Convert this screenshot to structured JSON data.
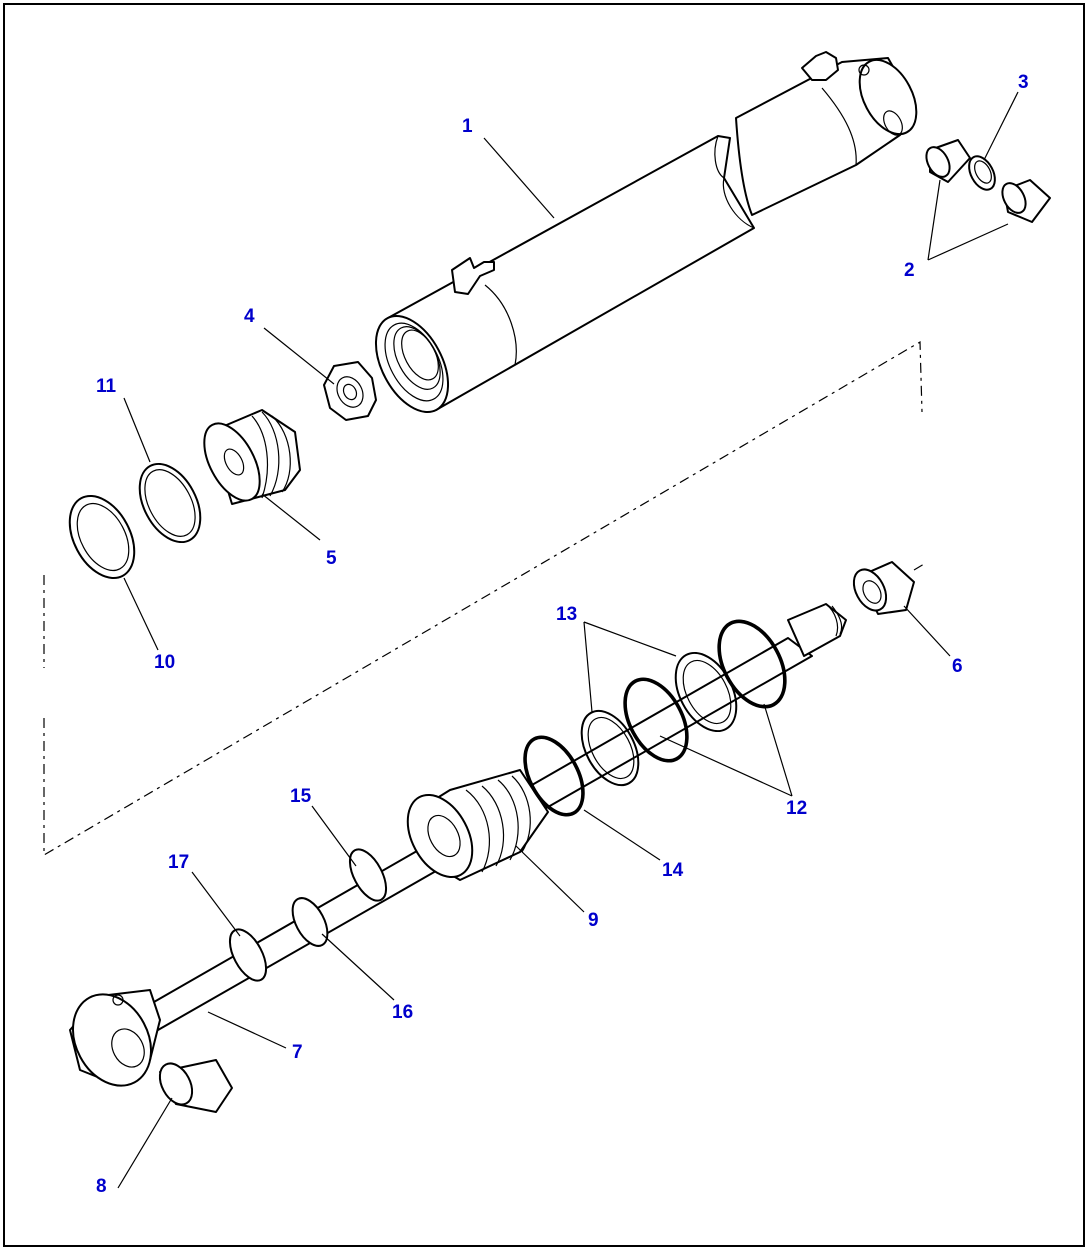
{
  "callout_color": "#0000cc",
  "callouts": [
    {
      "id": "1",
      "label": "1"
    },
    {
      "id": "2",
      "label": "2"
    },
    {
      "id": "3",
      "label": "3"
    },
    {
      "id": "4",
      "label": "4"
    },
    {
      "id": "5",
      "label": "5"
    },
    {
      "id": "6",
      "label": "6"
    },
    {
      "id": "7",
      "label": "7"
    },
    {
      "id": "8",
      "label": "8"
    },
    {
      "id": "9",
      "label": "9"
    },
    {
      "id": "10",
      "label": "10"
    },
    {
      "id": "11",
      "label": "11"
    },
    {
      "id": "12",
      "label": "12"
    },
    {
      "id": "13",
      "label": "13"
    },
    {
      "id": "14",
      "label": "14"
    },
    {
      "id": "15",
      "label": "15"
    },
    {
      "id": "16",
      "label": "16"
    },
    {
      "id": "17",
      "label": "17"
    }
  ]
}
